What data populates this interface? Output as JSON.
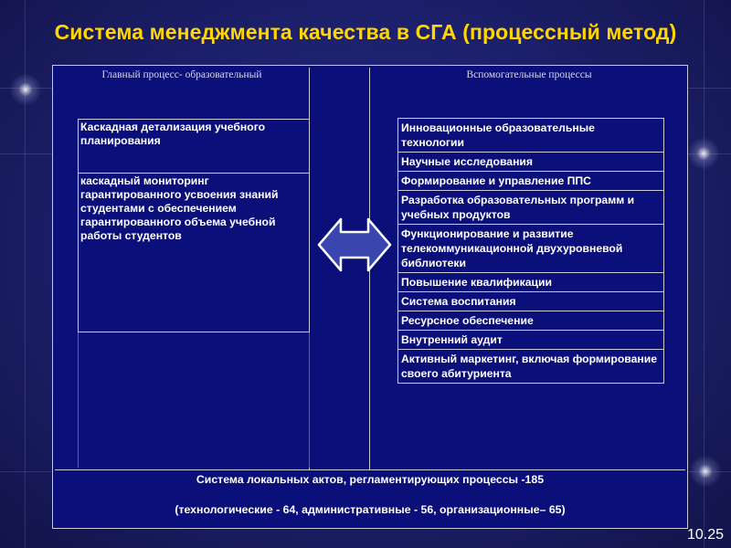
{
  "title": "Система менеджмента качества в СГА (процессный метод)",
  "main_process": {
    "header": "Главный процесс- образовательный",
    "cells": [
      "Каскадная детализация учебного планирования",
      "каскадный мониторинг гарантированного усвоения знаний студентами с обеспечением гарантированного объема учебной работы студентов"
    ]
  },
  "support_processes": {
    "header": "Вспомогательные процессы",
    "items": [
      "Инновационные образовательные технологии",
      "Научные исследования",
      "Формирование и управление ППС",
      "Разработка образовательных программ и учебных продуктов",
      "Функционирование и развитие телекоммуникационной двухуровневой библиотеки",
      "Повышение квалификации",
      "Система воспитания",
      "Ресурсное обеспечение",
      "Внутренний аудит",
      "Активный маркетинг, включая формирование своего абитуриента"
    ]
  },
  "bottom": {
    "line1": "Система локальных актов, регламентирующих процессы -185",
    "line2": "(технологические - 64, административные - 56, организационные– 65)"
  },
  "page_number": "10.25",
  "colors": {
    "title": "#ffd600",
    "panel": "#0b0f7a",
    "background": "#1c1f6a",
    "arrow_fill": "#3a45b0",
    "arrow_stroke": "#ffffff"
  },
  "icons": {
    "arrow": "double-headed-arrow"
  }
}
